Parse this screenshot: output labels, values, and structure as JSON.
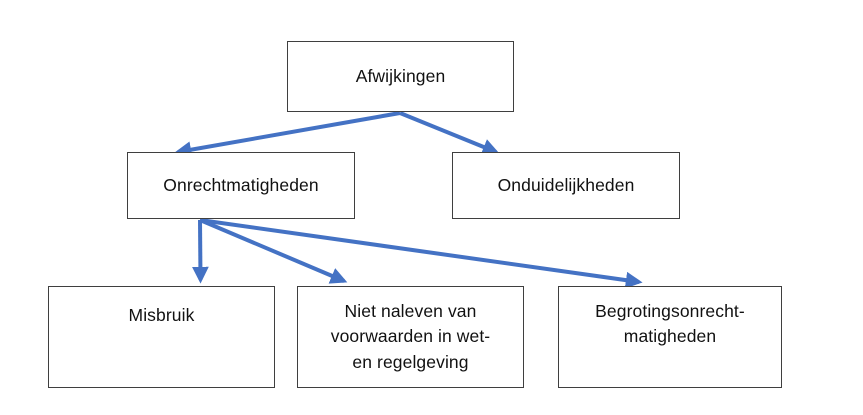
{
  "diagram": {
    "title": "Afwijkingen",
    "accent_color": "#4472C4",
    "box_border_color": "#3f3f3f",
    "box_fill_color": "#ffffff",
    "background_color": "#ffffff",
    "nodes": [
      {
        "id": "afwijkingen",
        "label": "Afwijkingen",
        "level": 1
      },
      {
        "id": "onrechtmatigheden",
        "label": "Onrechtmatigheden",
        "level": 2
      },
      {
        "id": "onduidelijkheden",
        "label": "Onduidelijkheden",
        "level": 2
      },
      {
        "id": "misbruik",
        "label": "Misbruik",
        "level": 3
      },
      {
        "id": "niet-naleven",
        "label": "Niet naleven van\nvoorwaarden in wet-\nen regelgeving",
        "level": 3
      },
      {
        "id": "begrotingsonrechtmatigheden",
        "label": "Begrotingsonrecht-\nmatigheden",
        "level": 3
      }
    ],
    "edges": [
      {
        "from": "afwijkingen",
        "to": "onrechtmatigheden"
      },
      {
        "from": "afwijkingen",
        "to": "onduidelijkheden"
      },
      {
        "from": "onrechtmatigheden",
        "to": "misbruik"
      },
      {
        "from": "onrechtmatigheden",
        "to": "niet-naleven"
      },
      {
        "from": "onrechtmatigheden",
        "to": "begrotingsonrechtmatigheden"
      }
    ]
  }
}
